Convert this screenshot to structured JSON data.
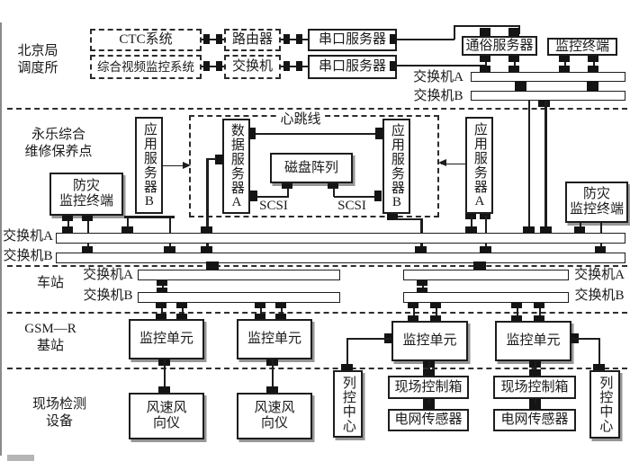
{
  "sections": {
    "beijing": {
      "label_lines": [
        "北京局",
        "调度所"
      ]
    },
    "yongle": {
      "label_lines": [
        "永乐综合",
        "维修保养点"
      ]
    },
    "station": {
      "label": "车站"
    },
    "gsmr": {
      "label_lines": [
        "GSM—R",
        "基站"
      ]
    },
    "field": {
      "label_lines": [
        "现场检测",
        "设备"
      ]
    }
  },
  "labels": {
    "ctc": "CTC系统",
    "video": "综合视频监控系统",
    "router": "路由器",
    "switch": "交换机",
    "serial_server": "串口服务器",
    "comm_server": "通俗服务器",
    "monitor_terminal": "监控终端",
    "switch_a": "交换机A",
    "switch_b": "交换机B",
    "app_server_b": "应用服务器B",
    "app_server_a": "应用服务器A",
    "data_server_a": "数据服务器A",
    "disk_array": "磁盘阵列",
    "heartbeat": "心跳线",
    "scsi": "SCSI",
    "disaster_terminal_lines": [
      "防灾",
      "监控终端"
    ],
    "monitor_unit": "监控单元",
    "train_control_center": "列控中心",
    "wind_meter_lines": [
      "风速风",
      "向仪"
    ],
    "field_control_box": "现场控制箱",
    "grid_sensor": "电网传感器"
  },
  "colors": {
    "line": "#1d1d1d",
    "background": "#ffffff"
  }
}
